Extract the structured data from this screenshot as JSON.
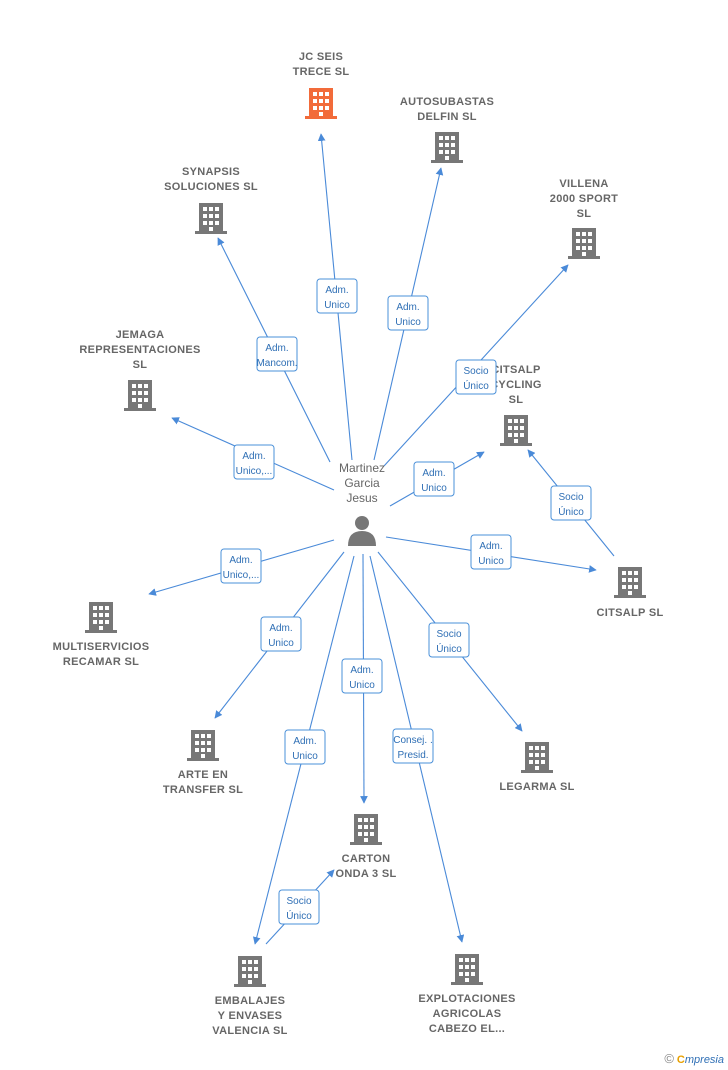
{
  "person": {
    "name_lines": [
      "Martinez",
      "Garcia",
      "Jesus"
    ]
  },
  "colors": {
    "edge": "#4a8ad8",
    "building": "#777777",
    "highlight": "#f26b3a"
  },
  "companies": [
    {
      "id": "jc-seis-trece",
      "lines": [
        "JC SEIS",
        "TRECE  SL"
      ],
      "highlight": true
    },
    {
      "id": "autosubastas-delfin",
      "lines": [
        "AUTOSUBASTAS",
        "DELFIN  SL"
      ]
    },
    {
      "id": "synapsis-soluciones",
      "lines": [
        "SYNAPSIS",
        "SOLUCIONES SL"
      ]
    },
    {
      "id": "villena-2000-sport",
      "lines": [
        "VILLENA",
        "2000 SPORT",
        "SL"
      ]
    },
    {
      "id": "jemaga-representaciones",
      "lines": [
        "JEMAGA",
        "REPRESENTACIONES",
        "SL"
      ]
    },
    {
      "id": "citsalp-cycling",
      "lines": [
        "CITSALP",
        "CYCLING",
        "SL"
      ]
    },
    {
      "id": "citsalp",
      "lines": [
        "CITSALP SL"
      ]
    },
    {
      "id": "multiservicios-recamar",
      "lines": [
        "MULTISERVICIOS",
        "RECAMAR  SL"
      ]
    },
    {
      "id": "arte-en-transfer",
      "lines": [
        "ARTE EN",
        "TRANSFER  SL"
      ]
    },
    {
      "id": "legarma",
      "lines": [
        "LEGARMA SL"
      ]
    },
    {
      "id": "carton-onda-3",
      "lines": [
        "CARTON",
        "ONDA 3  SL"
      ]
    },
    {
      "id": "embalajes-envases",
      "lines": [
        "EMBALAJES",
        "Y ENVASES",
        "VALENCIA  SL"
      ]
    },
    {
      "id": "explotaciones-agricolas",
      "lines": [
        "EXPLOTACIONES",
        "AGRICOLAS",
        "CABEZO EL..."
      ]
    }
  ],
  "edges": [
    {
      "id": "to-jc-seis",
      "lines": [
        "Adm.",
        "Unico"
      ]
    },
    {
      "id": "to-autosubastas",
      "lines": [
        "Adm.",
        "Unico"
      ]
    },
    {
      "id": "to-synapsis",
      "lines": [
        "Adm.",
        "Mancom."
      ]
    },
    {
      "id": "to-villena",
      "lines": [
        "Socio",
        "Único"
      ]
    },
    {
      "id": "to-jemaga",
      "lines": [
        "Adm.",
        "Unico,..."
      ]
    },
    {
      "id": "to-citsalp-cycling",
      "lines": [
        "Adm.",
        "Unico"
      ]
    },
    {
      "id": "citsalp-to-cycling",
      "lines": [
        "Socio",
        "Único"
      ]
    },
    {
      "id": "to-citsalp",
      "lines": [
        "Adm.",
        "Unico"
      ]
    },
    {
      "id": "to-multiservicios",
      "lines": [
        "Adm.",
        "Unico,..."
      ]
    },
    {
      "id": "to-arte",
      "lines": [
        "Adm.",
        "Unico"
      ]
    },
    {
      "id": "to-legarma",
      "lines": [
        "Socio",
        "Único"
      ]
    },
    {
      "id": "to-carton",
      "lines": [
        "Adm.",
        "Unico"
      ]
    },
    {
      "id": "to-embalajes",
      "lines": [
        "Adm.",
        "Unico"
      ]
    },
    {
      "id": "to-explotaciones",
      "lines": [
        "Consej. .",
        "Presid."
      ]
    },
    {
      "id": "embalajes-to-carton",
      "lines": [
        "Socio",
        "Único"
      ]
    }
  ],
  "footer": {
    "copyright": "©",
    "brand_initial": "C",
    "brand_rest": "mpresia"
  }
}
